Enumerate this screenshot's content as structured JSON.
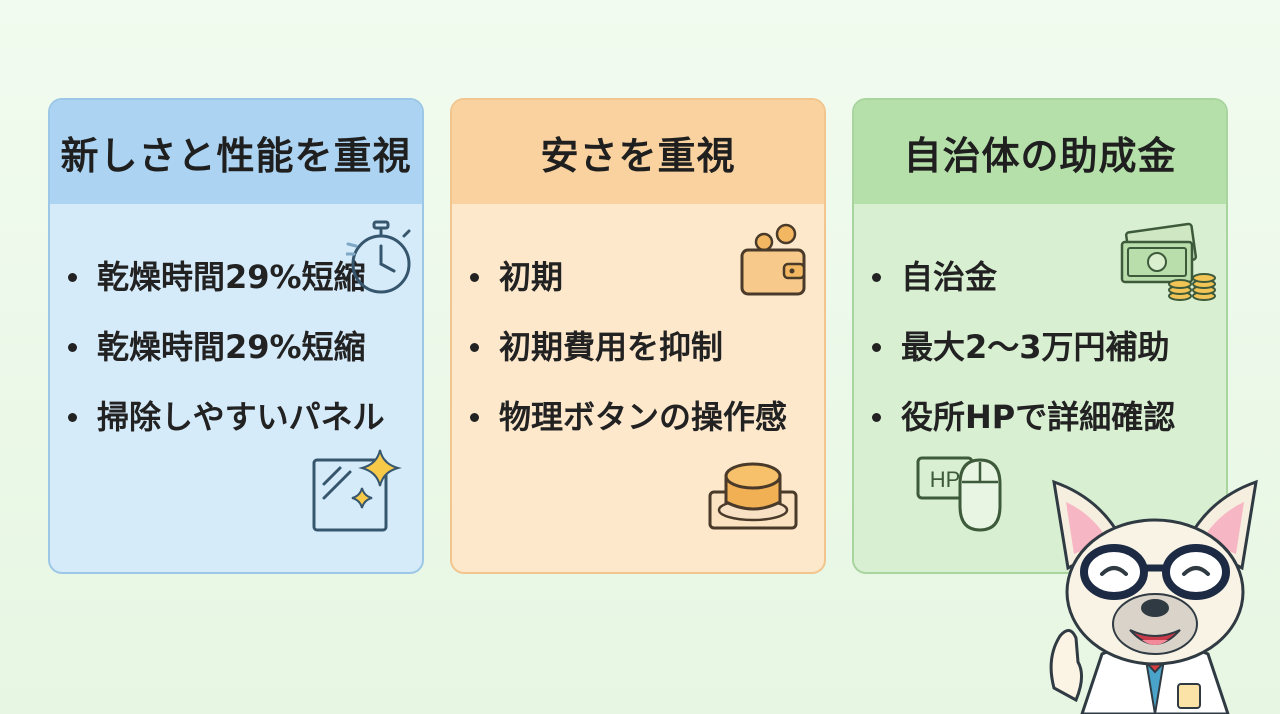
{
  "cards": [
    {
      "title": "新しさと性能を重視",
      "items": [
        "乾燥時間29%短縮",
        "乾燥時間29%短縮",
        "掃除しやすいパネル"
      ],
      "icons": [
        "stopwatch-icon",
        "sparkle-panel-icon"
      ],
      "accent": "#acd4f2"
    },
    {
      "title": "安さを重視",
      "items": [
        "初期",
        "初期費用を抑制",
        "物理ボタンの操作感"
      ],
      "icons": [
        "wallet-icon",
        "push-button-icon"
      ],
      "accent": "#f9d29f"
    },
    {
      "title": "自治体の助成金",
      "items": [
        "自治金",
        "最大2〜3万円補助",
        "役所HPで詳細確認"
      ],
      "icons": [
        "money-coins-icon",
        "hp-click-icon"
      ],
      "accent": "#b6e0aa",
      "hp_label": "HP"
    }
  ],
  "mascot": "dog-doctor-mascot"
}
